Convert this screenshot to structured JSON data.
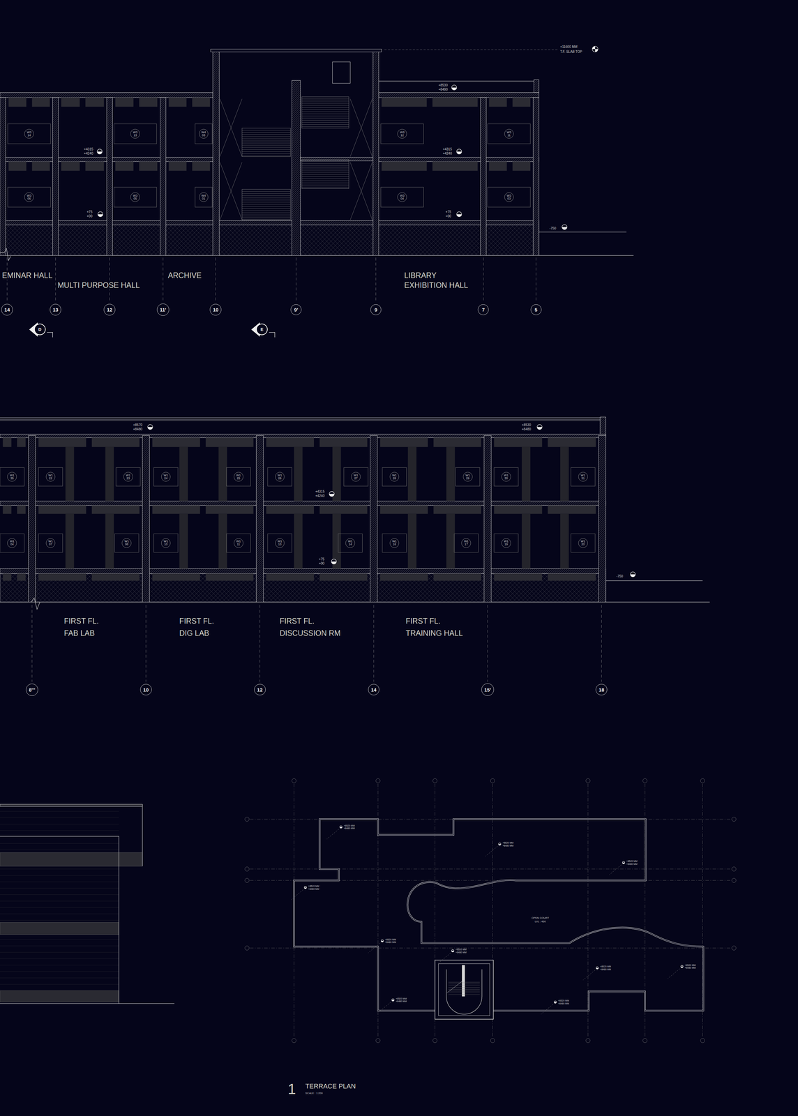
{
  "diagram": {
    "nodes": [
      {
        "text": [
          "W3 14"
        ]
      },
      {
        "text": [
          "W3 13"
        ]
      },
      {
        "text": [
          "W4 03"
        ]
      },
      {
        "text": [
          "W3 12"
        ]
      },
      {
        "text": [
          "W3 11"
        ]
      },
      {
        "text": [
          "W3 06"
        ]
      },
      {
        "text": [
          "W3 05"
        ]
      },
      {
        "text": [
          "W4 01"
        ]
      },
      {
        "text": [
          "W3 04"
        ]
      },
      {
        "text": [
          "W3 03"
        ]
      },
      {
        "text": [
          "14"
        ]
      },
      {
        "text": [
          "13"
        ]
      },
      {
        "text": [
          "12"
        ]
      },
      {
        "text": [
          "11'"
        ]
      },
      {
        "text": [
          "10"
        ]
      },
      {
        "text": [
          "9'"
        ]
      },
      {
        "text": [
          "9"
        ]
      },
      {
        "text": [
          "7"
        ]
      },
      {
        "text": [
          "5"
        ]
      },
      {
        "text": [
          "D"
        ]
      },
      {
        "text": [
          "E"
        ]
      },
      {
        "text": [
          "W1 35"
        ]
      },
      {
        "text": [
          "W1 22"
        ]
      },
      {
        "text": [
          "W1 23"
        ]
      },
      {
        "text": [
          "W1 24"
        ]
      },
      {
        "text": [
          "W1 25"
        ]
      },
      {
        "text": [
          "W1 26"
        ]
      },
      {
        "text": [
          "W1 27"
        ]
      },
      {
        "text": [
          "W1 28"
        ]
      },
      {
        "text": [
          "W1 29"
        ]
      },
      {
        "text": [
          "W1 30"
        ]
      },
      {
        "text": [
          "W1 31"
        ]
      },
      {
        "text": [
          "W1 04"
        ]
      },
      {
        "text": [
          "W1 07"
        ]
      },
      {
        "text": [
          "W1 08"
        ]
      },
      {
        "text": [
          "W1 10"
        ]
      },
      {
        "text": [
          "W1 11"
        ]
      },
      {
        "text": [
          "W1 13"
        ]
      },
      {
        "text": [
          "W1 14"
        ]
      },
      {
        "text": [
          "W1 16"
        ]
      },
      {
        "text": [
          "W1 17"
        ]
      },
      {
        "text": [
          "W1 19"
        ]
      },
      {
        "text": [
          "W1 20"
        ]
      },
      {
        "text": [
          "8'''"
        ]
      },
      {
        "text": [
          "10"
        ]
      },
      {
        "text": [
          "12"
        ]
      },
      {
        "text": [
          "14"
        ]
      },
      {
        "text": [
          "15'"
        ]
      },
      {
        "text": [
          "18"
        ]
      }
    ],
    "labels": [
      "+11600 MM",
      "T.F. SLAB TOP",
      "+8530",
      "+8490",
      "+4315",
      "+4240",
      "+75",
      "+00",
      "+4315",
      "+4240",
      "+75",
      "+00",
      "-750",
      "EMINAR HALL",
      "MULTI PURPOSE HALL",
      "ARCHIVE",
      "LIBRARY",
      "EXHIBITION HALL",
      "+8570",
      "+8480",
      "+8530",
      "+8480",
      "+4315",
      "+4240",
      "+75",
      "+00",
      "-750",
      "FIRST FL.",
      "FAB LAB",
      "FIRST FL.",
      "DIG LAB",
      "FIRST FL.",
      "DISCUSSION RM",
      "FIRST FL.",
      "TRAINING HALL",
      "OPEN COURT",
      "LVL : 450",
      "+8520 MM",
      "+8480 MM",
      "+8520 MM",
      "+8480 MM",
      "+8520 MM",
      "+8480 MM",
      "+8520 MM",
      "+8480 MM",
      "+8520 MM",
      "+8480 MM",
      "+8520 MM",
      "+8480 MM",
      "+8520 MM",
      "+8480 MM",
      "+8520 MM",
      "+8480 MM",
      "+8520 MM",
      "+8480 MM",
      "+8520 MM",
      "+8480 MM",
      "1",
      "TERRACE PLAN",
      "SCALE : 1:200"
    ]
  }
}
